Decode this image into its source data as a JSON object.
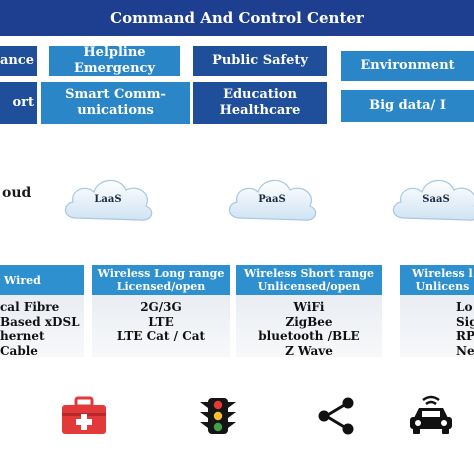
{
  "title": "Command And Control Center",
  "services": [
    {
      "label": "ance"
    },
    {
      "label": "Helpline\nEmergency"
    },
    {
      "label": "Public Safety"
    },
    {
      "label": "Environment"
    },
    {
      "label": "ort"
    },
    {
      "label": "Smart Comm-\nunications"
    },
    {
      "label": "Education\nHealthcare"
    },
    {
      "label": "Big data/ I"
    }
  ],
  "cloud_row": {
    "label": "oud",
    "clouds": [
      "LaaS",
      "PaaS",
      "SaaS"
    ]
  },
  "networks": [
    {
      "header": "Wired",
      "items": [
        "cal Fibre",
        "Based xDSL",
        "hernet",
        "Cable"
      ]
    },
    {
      "header": "Wireless Long range\nLicensed/open",
      "items": [
        "2G/3G",
        "LTE",
        "LTE Cat  /  Cat"
      ]
    },
    {
      "header": "Wireless Short range\nUnlicensed/open",
      "items": [
        "WiFi",
        "ZigBee",
        "bluetooth /BLE",
        "Z Wave"
      ]
    },
    {
      "header": "Wireless l\nUnlicens",
      "items": [
        "Lo",
        "Sigf",
        "RPI",
        "Ne"
      ]
    }
  ],
  "icons": [
    "first-aid-kit-icon",
    "traffic-light-icon",
    "share-icon",
    "connected-car-icon"
  ],
  "colors": {
    "header": "#1e3f8f",
    "service_dark": "#1f4e9a",
    "service_light": "#2a86c7",
    "network_header": "#2f90cf",
    "first_aid": "#e23a3a"
  }
}
